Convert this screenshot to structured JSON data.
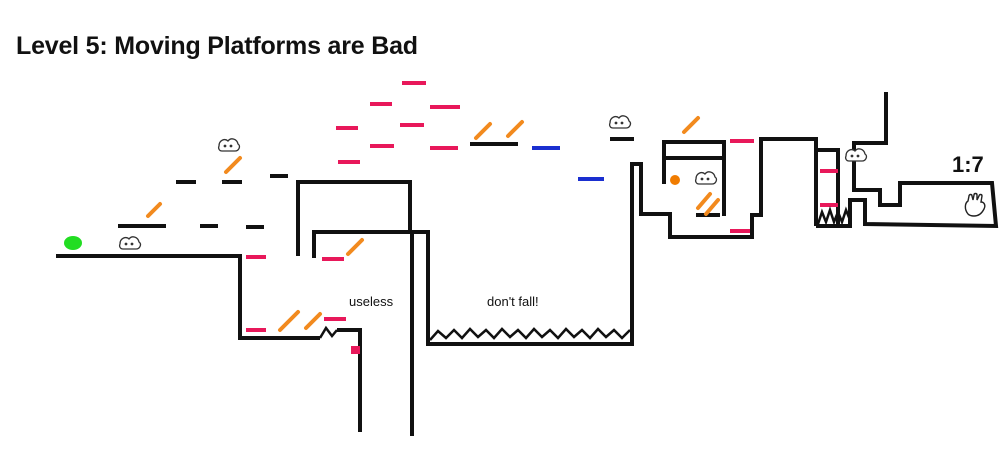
{
  "level": {
    "title": "Level 5: Moving Platforms are Bad"
  },
  "hud": {
    "timer": "1:7"
  },
  "notes": {
    "useless": "useless",
    "dont_fall": "don't fall!"
  },
  "colors": {
    "wall": "#111111",
    "danger_platform": "#e8185a",
    "moving_platform": "#1a2fd0",
    "bounce_pad": "#f28a1e",
    "player": "#22dd22",
    "collectible": "#f07c00",
    "spike_block": "#e8185a"
  },
  "icons": {
    "player": "green-blob-player",
    "enemy": "scribble-creature",
    "goal": "hand-goal",
    "collectible": "orange-orb"
  }
}
